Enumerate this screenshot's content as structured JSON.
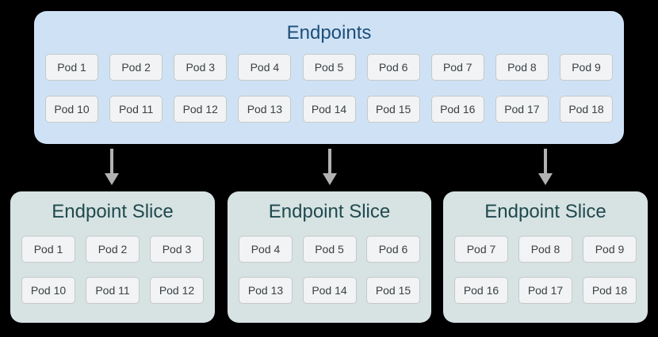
{
  "colors": {
    "background": "#000000",
    "endpoints_fill": "#cfe2f5",
    "endpoints_title": "#1e4e79",
    "slice_fill": "#d6e3e2",
    "slice_title": "#21494f",
    "pod_fill": "#f1f3f4",
    "pod_border": "#c6c9c8",
    "pod_text": "#3c4043",
    "arrow": "#b2b2b2"
  },
  "endpoints": {
    "title": "Endpoints",
    "rows": [
      [
        "Pod 1",
        "Pod 2",
        "Pod 3",
        "Pod 4",
        "Pod 5",
        "Pod 6",
        "Pod 7",
        "Pod 8",
        "Pod 9"
      ],
      [
        "Pod 10",
        "Pod 11",
        "Pod 12",
        "Pod 13",
        "Pod 14",
        "Pod 15",
        "Pod 16",
        "Pod 17",
        "Pod 18"
      ]
    ]
  },
  "slices": [
    {
      "title": "Endpoint Slice",
      "rows": [
        [
          "Pod 1",
          "Pod 2",
          "Pod 3"
        ],
        [
          "Pod 10",
          "Pod 11",
          "Pod 12"
        ]
      ]
    },
    {
      "title": "Endpoint Slice",
      "rows": [
        [
          "Pod 4",
          "Pod 5",
          "Pod 6"
        ],
        [
          "Pod 13",
          "Pod 14",
          "Pod 15"
        ]
      ]
    },
    {
      "title": "Endpoint Slice",
      "rows": [
        [
          "Pod 7",
          "Pod 8",
          "Pod 9"
        ],
        [
          "Pod 16",
          "Pod 17",
          "Pod 18"
        ]
      ]
    }
  ]
}
